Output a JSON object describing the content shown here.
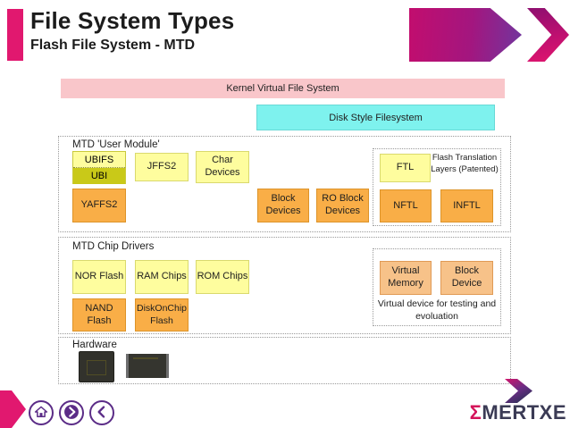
{
  "header": {
    "title": "File System Types",
    "subtitle": "Flash File System - MTD"
  },
  "layers": {
    "kernel_vfs": "Kernel Virtual File System",
    "disk_style_fs": "Disk Style Filesystem"
  },
  "user_module": {
    "label": "MTD 'User Module'",
    "ubifs": "UBIFS",
    "ubi": "UBI",
    "jffs2": "JFFS2",
    "char_devices": "Char Devices",
    "yaffs2": "YAFFS2",
    "block_devices": "Block Devices",
    "ro_block_devices": "RO Block Devices",
    "ftl": "FTL",
    "ftl_note": "Flash Translation Layers (Patented)",
    "nftl": "NFTL",
    "inftl": "INFTL"
  },
  "chip_drivers": {
    "label": "MTD Chip Drivers",
    "nor_flash": "NOR Flash",
    "ram_chips": "RAM Chips",
    "rom_chips": "ROM Chips",
    "nand_flash": "NAND Flash",
    "diskonchip_flash": "DiskOnChip Flash",
    "virtual_memory": "Virtual Memory",
    "block_device": "Block Device",
    "virtual_note": "Virtual device for testing and evoluation"
  },
  "hardware": {
    "label": "Hardware"
  },
  "footer": {
    "logo_sigma": "Σ",
    "logo_text": "MERTXE",
    "nav_icons": [
      "home-icon",
      "chevron-right-icon",
      "chevron-left-icon"
    ]
  },
  "colors": {
    "accent_pink": "#E1186F",
    "accent_purple": "#5B2C87",
    "bar_pink": "#F9C6CA",
    "bar_cyan": "#7EF2EE",
    "box_yellow": "#FEFD9E",
    "box_olive": "#C9C918",
    "box_orange": "#F9AE47",
    "box_peach": "#F7C289",
    "logo_sigma_color": "#D4145A",
    "logo_text_color": "#3B3B55"
  }
}
